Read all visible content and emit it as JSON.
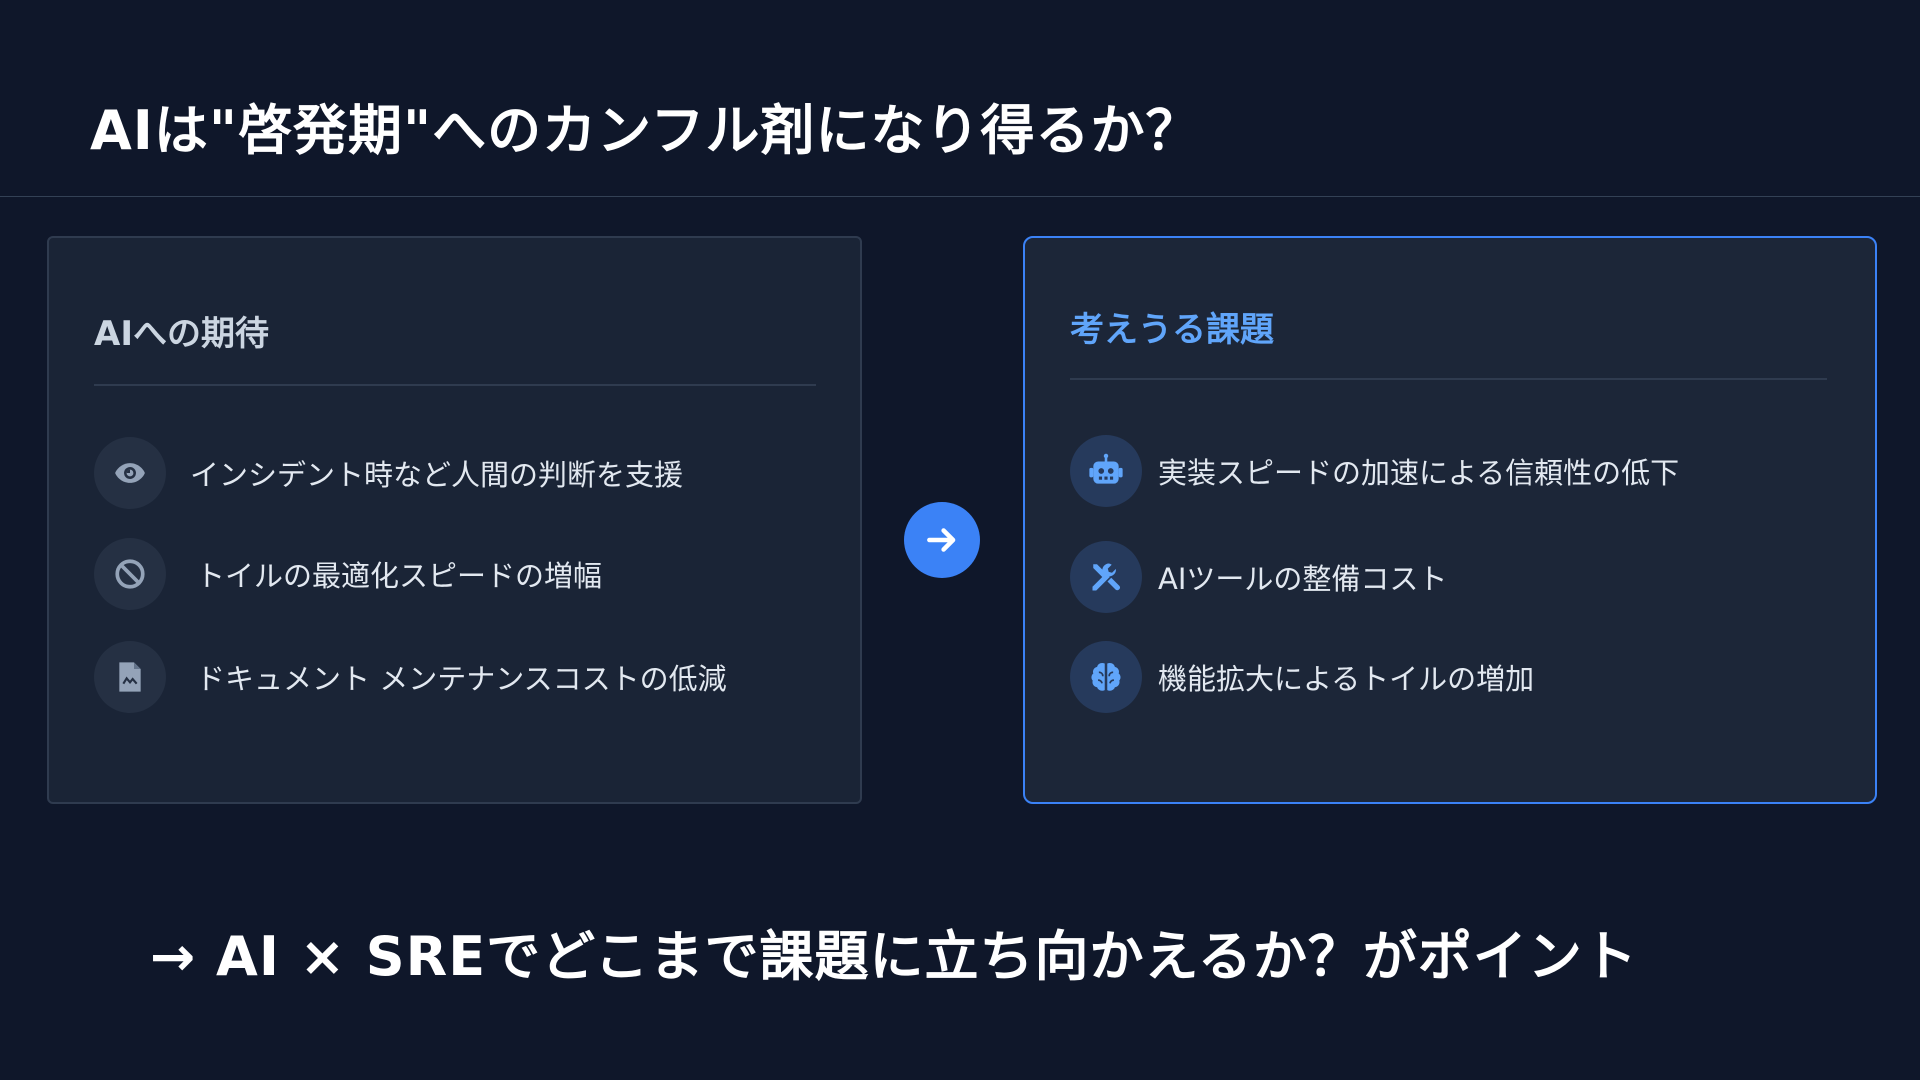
{
  "title": "AIは\"啓発期\"へのカンフル剤になり得るか？",
  "left_card": {
    "heading": "AIへの期待",
    "items": [
      {
        "icon": "eye-icon",
        "text": "インシデント時など人間の判断を支援"
      },
      {
        "icon": "ban-icon",
        "text": "トイルの最適化スピードの増幅"
      },
      {
        "icon": "document-icon",
        "text": "ドキュメント メンテナンスコストの低減"
      }
    ]
  },
  "arrow": {
    "icon": "arrow-right-icon"
  },
  "right_card": {
    "heading": "考えうる課題",
    "items": [
      {
        "icon": "robot-icon",
        "text": "実装スピードの加速による信頼性の低下"
      },
      {
        "icon": "tools-icon",
        "text": "AIツールの整備コスト"
      },
      {
        "icon": "brain-icon",
        "text": "機能拡大によるトイルの増加"
      }
    ]
  },
  "conclusion": "→ AI × SREでどこまで課題に立ち向かえるか？がポイント",
  "colors": {
    "background": "#0f172a",
    "card": "#1a2436",
    "accent": "#3b82f6",
    "accent_text": "#60a5fa",
    "text": "#e2e8f0",
    "muted_icon": "#94a3b8",
    "accent_icon": "#60a5fa"
  }
}
